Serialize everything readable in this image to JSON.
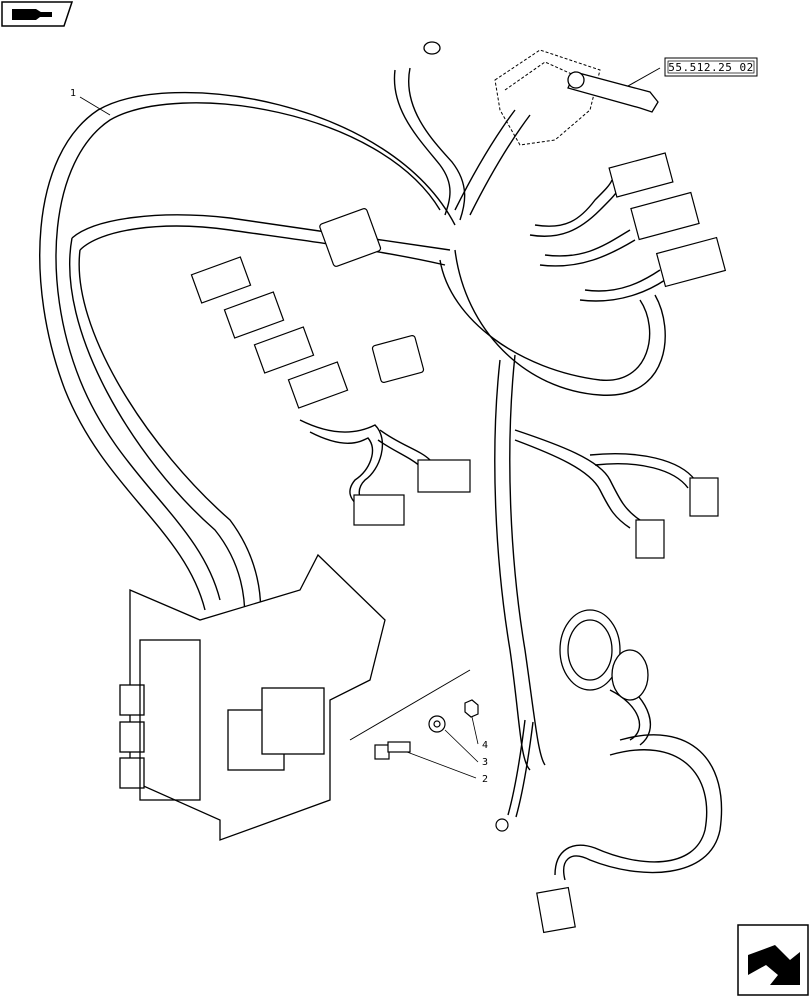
{
  "diagram": {
    "ref_label": "55.512.25 02",
    "callouts": [
      "1",
      "2",
      "3",
      "4"
    ]
  },
  "icons": {
    "top_left": "book-arrow-icon",
    "bottom_right": "next-page-arrow-icon"
  },
  "colors": {
    "line": "#000000",
    "background": "#ffffff"
  }
}
